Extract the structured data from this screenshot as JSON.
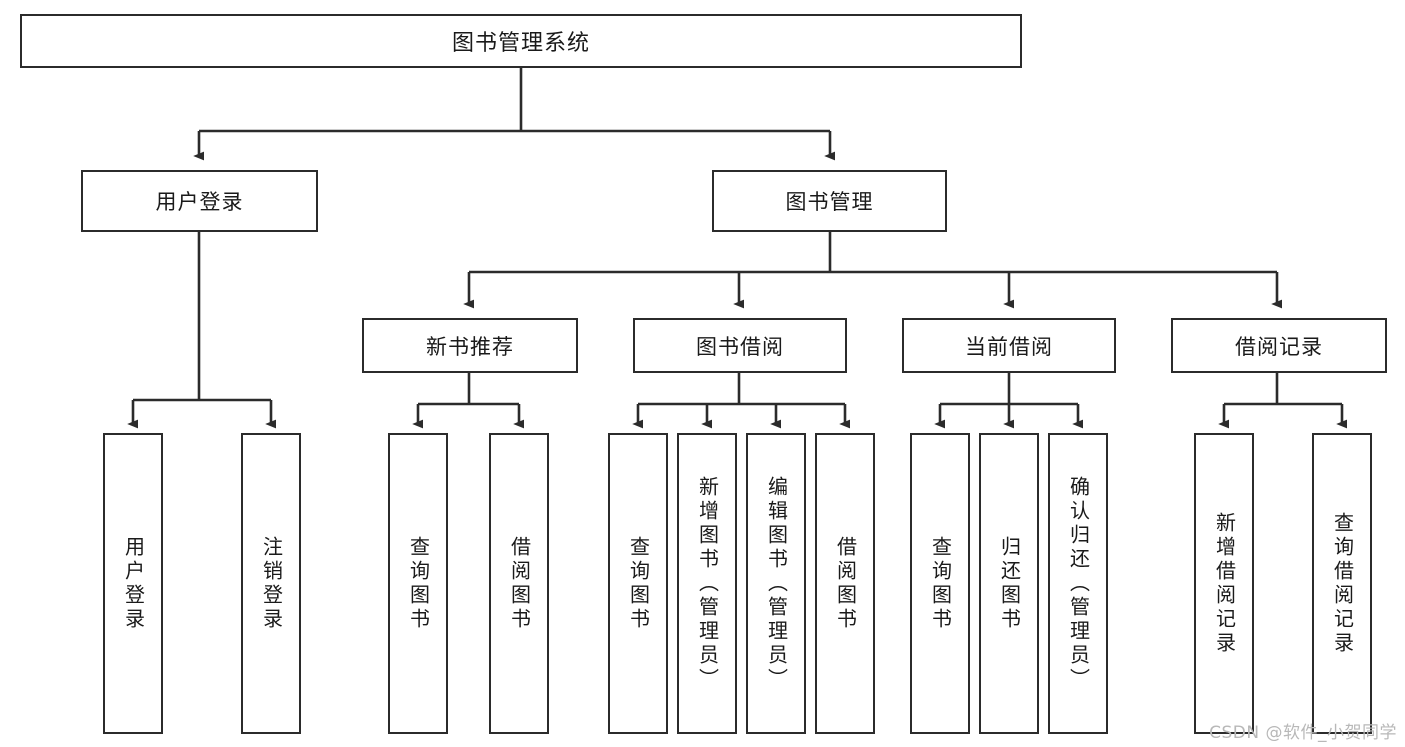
{
  "diagram": {
    "title": "图书管理系统",
    "watermark": "CSDN @软件_小贺同学",
    "line_color": "#2b2b2b",
    "box_fill": "#ffffff",
    "text_color": "#1a1a1a",
    "watermark_color": "#b8b8b8"
  },
  "nodes": {
    "root": {
      "label": "图书管理系统"
    },
    "level2": [
      {
        "label": "用户登录"
      },
      {
        "label": "图书管理"
      }
    ],
    "level3": [
      {
        "label": "新书推荐"
      },
      {
        "label": "图书借阅"
      },
      {
        "label": "当前借阅"
      },
      {
        "label": "借阅记录"
      }
    ],
    "leaves": {
      "user_login": [
        {
          "label": "用户登录"
        },
        {
          "label": "注销登录"
        }
      ],
      "new_book": [
        {
          "label": "查询图书"
        },
        {
          "label": "借阅图书"
        }
      ],
      "book_borrow": [
        {
          "label": "查询图书"
        },
        {
          "label": "新增图书（管理员）"
        },
        {
          "label": "编辑图书（管理员）"
        },
        {
          "label": "借阅图书"
        }
      ],
      "current_borrow": [
        {
          "label": "查询图书"
        },
        {
          "label": "归还图书"
        },
        {
          "label": "确认归还（管理员）"
        }
      ],
      "borrow_record": [
        {
          "label": "新增借阅记录"
        },
        {
          "label": "查询借阅记录"
        }
      ]
    }
  },
  "chart_data": {
    "type": "tree-diagram",
    "title": "图书管理系统",
    "orientation": "top-down",
    "tree": {
      "name": "图书管理系统",
      "children": [
        {
          "name": "用户登录",
          "children": [
            {
              "name": "用户登录"
            },
            {
              "name": "注销登录"
            }
          ]
        },
        {
          "name": "图书管理",
          "children": [
            {
              "name": "新书推荐",
              "children": [
                {
                  "name": "查询图书"
                },
                {
                  "name": "借阅图书"
                }
              ]
            },
            {
              "name": "图书借阅",
              "children": [
                {
                  "name": "查询图书"
                },
                {
                  "name": "新增图书（管理员）"
                },
                {
                  "name": "编辑图书（管理员）"
                },
                {
                  "name": "借阅图书"
                }
              ]
            },
            {
              "name": "当前借阅",
              "children": [
                {
                  "name": "查询图书"
                },
                {
                  "name": "归还图书"
                },
                {
                  "name": "确认归还（管理员）"
                }
              ]
            },
            {
              "name": "借阅记录",
              "children": [
                {
                  "name": "新增借阅记录"
                },
                {
                  "name": "查询借阅记录"
                }
              ]
            }
          ]
        }
      ]
    }
  }
}
